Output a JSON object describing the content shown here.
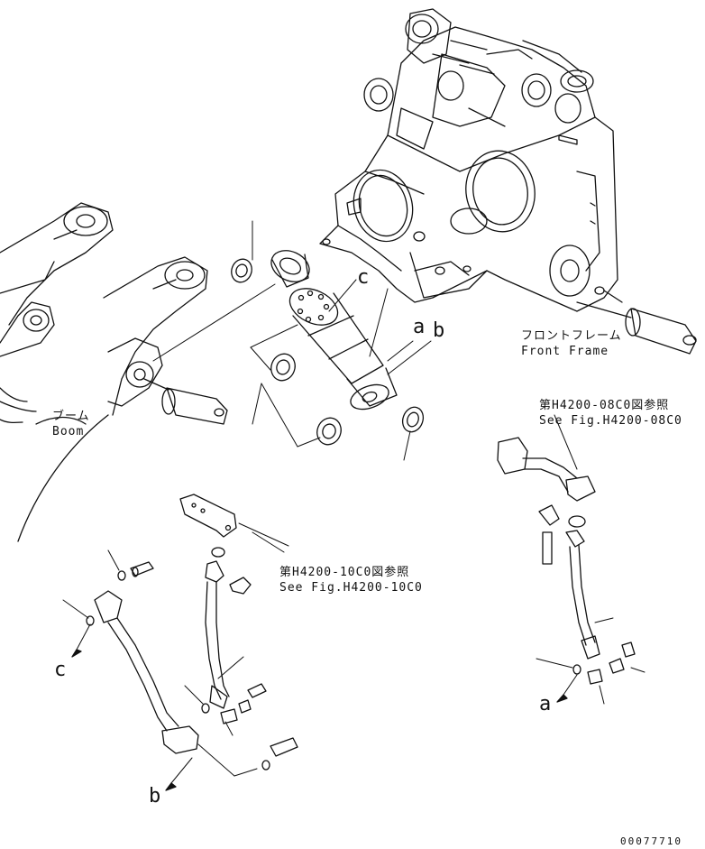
{
  "labels": {
    "front_frame_jp": "フロントフレーム",
    "front_frame_en": "Front Frame",
    "boom_jp": "ブーム",
    "boom_en": "Boom",
    "see_08c_jp": "第H4200-08C0図参照",
    "see_08c_en": "See Fig.H4200-08C0",
    "see_10c_jp": "第H4200-10C0図参照",
    "see_10c_en": "See Fig.H4200-10C0",
    "callout_a_top": "a",
    "callout_b_top": "b",
    "callout_c_top": "c",
    "callout_c_left": "c",
    "callout_b_bottom": "b",
    "callout_a_right": "a",
    "figure_number": "00077710"
  }
}
